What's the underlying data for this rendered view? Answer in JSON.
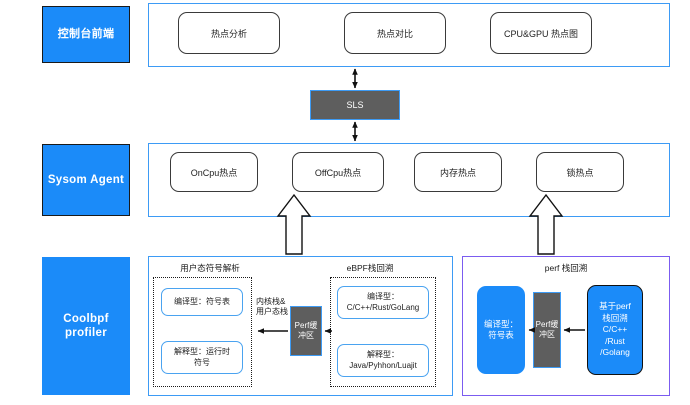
{
  "layers": [
    {
      "id": "console-frontend",
      "label": "控制台前端"
    },
    {
      "id": "sysom-agent",
      "label": "Sysom Agent"
    },
    {
      "id": "coolbpf-profiler",
      "label": "Coolbpf\nprofiler",
      "line1": "Coolbpf",
      "line2": "profiler"
    }
  ],
  "frontend": {
    "nodes": [
      {
        "id": "hotspot-analysis",
        "label": "热点分析"
      },
      {
        "id": "hotspot-compare",
        "label": "热点对比"
      },
      {
        "id": "cpu-gpu-heatmap",
        "label": "CPU&GPU 热点图"
      }
    ]
  },
  "middleware": {
    "sls": {
      "label": "SLS"
    }
  },
  "agent": {
    "nodes": [
      {
        "id": "oncpu-hotspot",
        "label": "OnCpu热点"
      },
      {
        "id": "offcpu-hotspot",
        "label": "OffCpu热点"
      },
      {
        "id": "memory-hotspot",
        "label": "内存热点"
      },
      {
        "id": "lock-hotspot",
        "label": "锁热点"
      }
    ]
  },
  "profiler": {
    "ebpf_panel": {
      "usermode_caption": "用户态符号解析",
      "ebpf_caption": "eBPF栈回溯",
      "annotation": {
        "line1": "内核栈&",
        "line2": "用户态栈"
      },
      "buffer": {
        "line1": "Perf缓",
        "line2": "冲区"
      },
      "symbol_nodes": [
        {
          "id": "compiled-symbol-table",
          "label": "编译型：符号表"
        },
        {
          "id": "interpreted-runtime-symbol",
          "line1": "解释型：运行时",
          "line2": "符号"
        }
      ],
      "stack_nodes": [
        {
          "id": "compiled-langs",
          "line1": "编译型：",
          "line2": "C/C++/Rust/GoLang"
        },
        {
          "id": "interpreted-langs",
          "line1": "解释型：",
          "line2": "Java/Pyhhon/Luajit"
        }
      ]
    },
    "perf_panel": {
      "caption": "perf 栈回溯",
      "symbol": {
        "line1": "编译型：",
        "line2": "符号表"
      },
      "buffer": {
        "line1": "Perf缓",
        "line2": "冲区"
      },
      "source": {
        "id": "perf-based-stack",
        "line1": "基于perf",
        "line2": "栈回溯",
        "line3": "C/C++",
        "line4": "/Rust",
        "line5": "/Golang"
      }
    }
  },
  "colors": {
    "brand_blue": "#1b8bf9",
    "panel_border_blue": "#3d9bf5",
    "panel_border_purple": "#7b5cf0",
    "gray_box": "#5e5e5e",
    "node_stroke": "#3a3a3a"
  }
}
